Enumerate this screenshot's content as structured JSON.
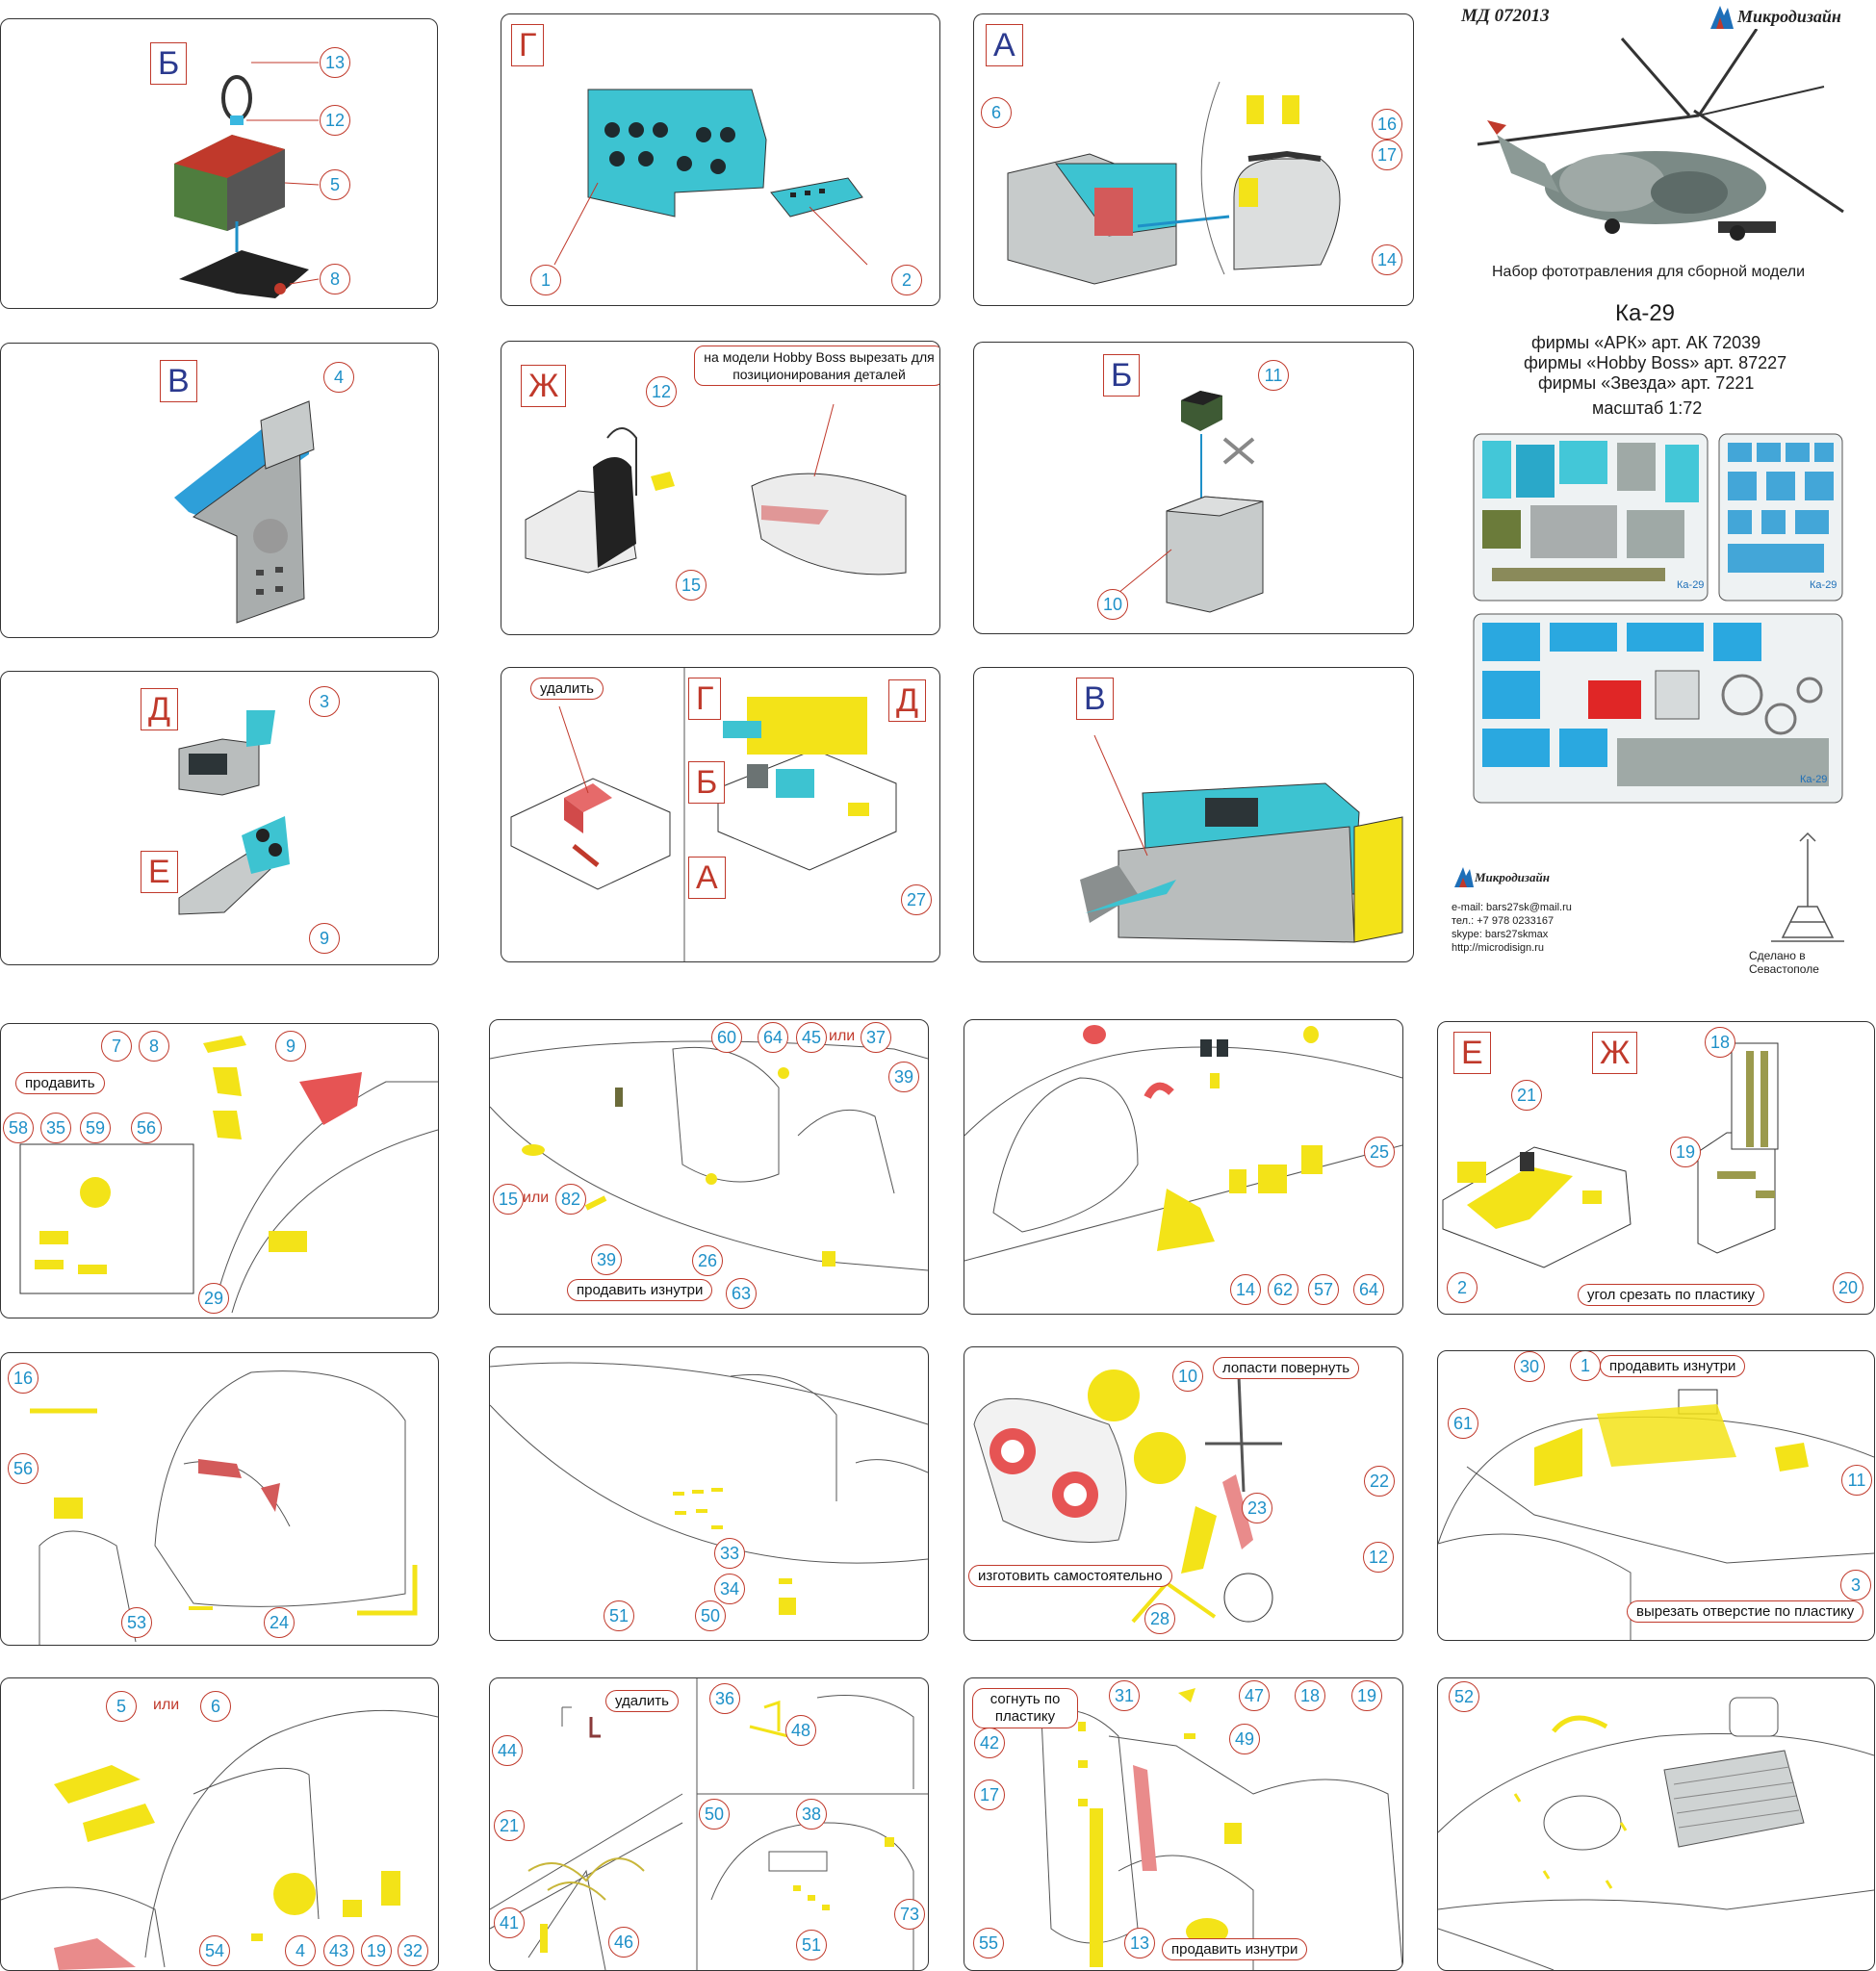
{
  "header": {
    "code": "МД 072013",
    "brand": "Микродизайн",
    "kit_caption": "Набор фототравления для сборной модели",
    "model_name": "Ка-29",
    "compat": [
      "фирмы «АРК» арт. АК 72039",
      "фирмы «Hobby Boss» арт. 87227",
      "фирмы «Звезда» арт. 7221"
    ],
    "scale": "масштаб 1:72",
    "sheet_labels": [
      "Ка-29",
      "Ка-29",
      "Ка-29"
    ]
  },
  "contacts": {
    "brand": "Микродизайн",
    "lines": [
      "e-mail: bars27sk@mail.ru",
      "тел.: +7 978 0233167",
      "skype: bars27skmax",
      "http://microdisign.ru"
    ],
    "made_in": "Сделано в Севастополе"
  },
  "panels": [
    {
      "letters": [
        "Б"
      ],
      "nums": [
        "13",
        "12",
        "5",
        "8"
      ]
    },
    {
      "letters": [
        "Г"
      ],
      "nums": [
        "1",
        "2"
      ]
    },
    {
      "letters": [
        "А"
      ],
      "nums": [
        "6",
        "16",
        "17",
        "14"
      ]
    },
    {
      "letters": [
        "В"
      ],
      "nums": [
        "4"
      ]
    },
    {
      "letters": [
        "Ж"
      ],
      "nums": [
        "12",
        "15"
      ],
      "note": "на модели Hobby Boss вырезать для позиционирования деталей"
    },
    {
      "letters": [
        "Б"
      ],
      "nums": [
        "11",
        "10"
      ]
    },
    {
      "letters": [
        "Д",
        "Е"
      ],
      "nums": [
        "3",
        "9"
      ]
    },
    {
      "letters": [
        "Г",
        "Д",
        "Б",
        "А"
      ],
      "nums": [
        "27"
      ],
      "note": "удалить"
    },
    {
      "letters": [
        "В"
      ],
      "nums": []
    },
    {
      "letters": [],
      "nums": [
        "7",
        "8",
        "9",
        "58",
        "35",
        "59",
        "56",
        "29"
      ],
      "note": "продавить"
    },
    {
      "letters": [],
      "nums": [
        "60",
        "64",
        "45",
        "37",
        "39",
        "15",
        "82",
        "39",
        "26",
        "63"
      ],
      "or": [
        "или",
        "или"
      ],
      "note": "продавить изнутри"
    },
    {
      "letters": [],
      "nums": [
        "25",
        "14",
        "62",
        "57",
        "64"
      ]
    },
    {
      "letters": [
        "Е",
        "Ж"
      ],
      "nums": [
        "18",
        "21",
        "19",
        "2",
        "20"
      ],
      "note": "угол срезать по пластику"
    },
    {
      "letters": [],
      "nums": [
        "16",
        "56",
        "53",
        "24"
      ]
    },
    {
      "letters": [],
      "nums": [
        "33",
        "34",
        "51",
        "50"
      ]
    },
    {
      "letters": [],
      "nums": [
        "10",
        "23",
        "22",
        "12",
        "28"
      ],
      "notes": [
        "лопасти повернуть",
        "изготовить самостоятельно"
      ]
    },
    {
      "letters": [],
      "nums": [
        "30",
        "1",
        "61",
        "11",
        "3"
      ],
      "notes": [
        "продавить изнутри",
        "вырезать отверстие  по пластику"
      ]
    },
    {
      "letters": [],
      "nums": [
        "5",
        "6",
        "54",
        "4",
        "43",
        "19",
        "32"
      ],
      "or": [
        "или"
      ]
    },
    {
      "letters": [],
      "nums": [
        "44",
        "21",
        "41",
        "46",
        "36",
        "48",
        "50",
        "38",
        "51",
        "73"
      ],
      "note": "удалить"
    },
    {
      "letters": [],
      "nums": [
        "31",
        "47",
        "42",
        "17",
        "18",
        "19",
        "49",
        "55",
        "13"
      ],
      "notes": [
        "согнуть по пластику",
        "продавить изнутри"
      ]
    },
    {
      "letters": [],
      "nums": [
        "52"
      ]
    }
  ]
}
